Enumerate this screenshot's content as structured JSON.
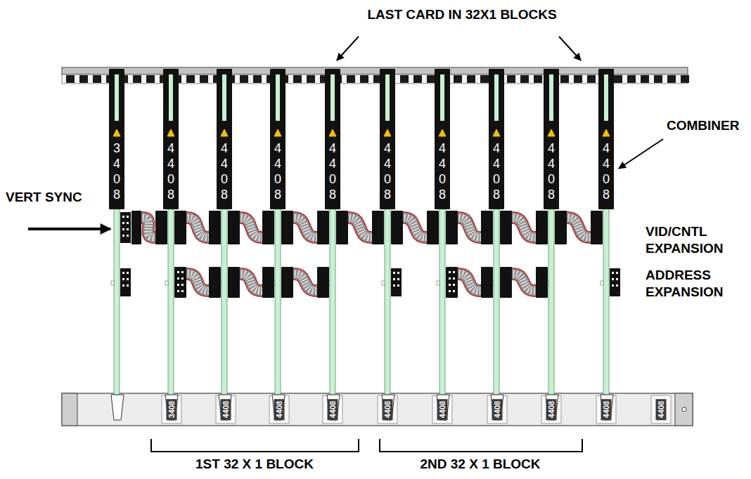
{
  "diagram": {
    "labels": [
      "LAST CARD IN 32X1 BLOCKS",
      "COMBINER",
      "VERT SYNC",
      "VID/CNTL EXPANSION",
      "ADDRESS EXPANSION",
      "3408",
      "4408",
      "4408",
      "4408",
      "4408",
      "4408",
      "4408",
      "4408",
      "4408",
      "4408",
      "3408",
      "4408",
      "4408",
      "4408",
      "4408",
      "4408",
      "4408",
      "4408",
      "4408",
      "4408",
      "1ST 32 X 1 BLOCK",
      "2ND 32 X 1 BLOCK"
    ]
  }
}
